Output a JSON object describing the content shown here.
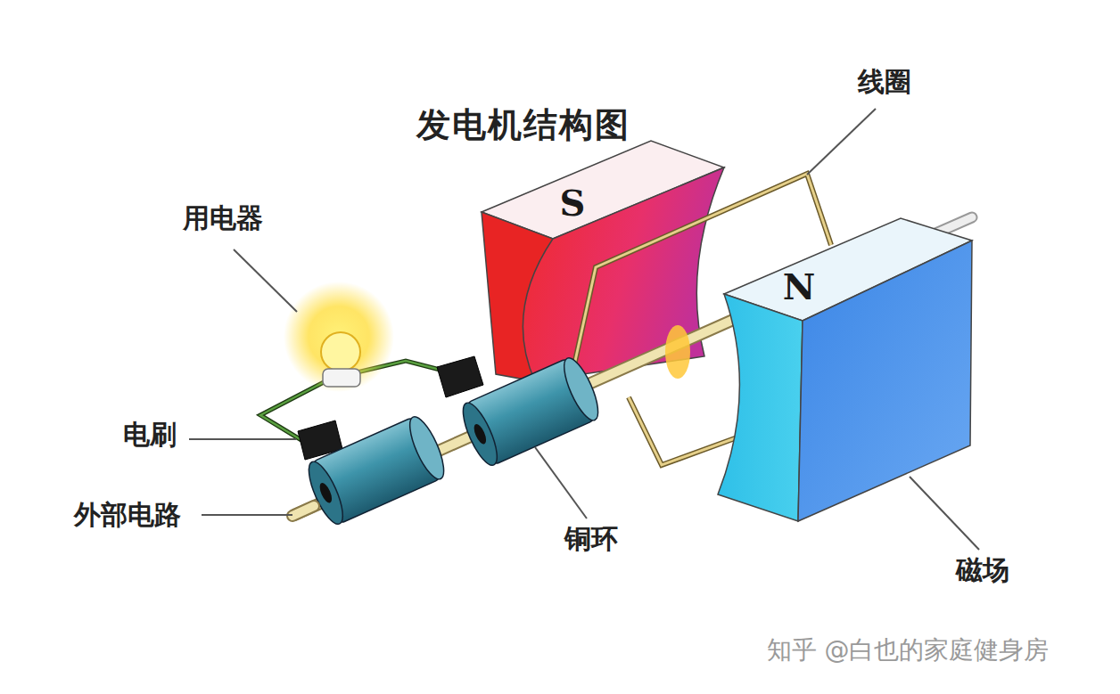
{
  "diagram": {
    "title": "发电机结构图",
    "nodes": [
      {
        "text": [
          "S"
        ]
      },
      {
        "text": [
          "N"
        ]
      }
    ],
    "labels": [
      "线圈",
      "用电器",
      "电刷",
      "外部电路",
      "铜环",
      "磁场",
      "知乎 @白也的家庭健身房"
    ]
  }
}
